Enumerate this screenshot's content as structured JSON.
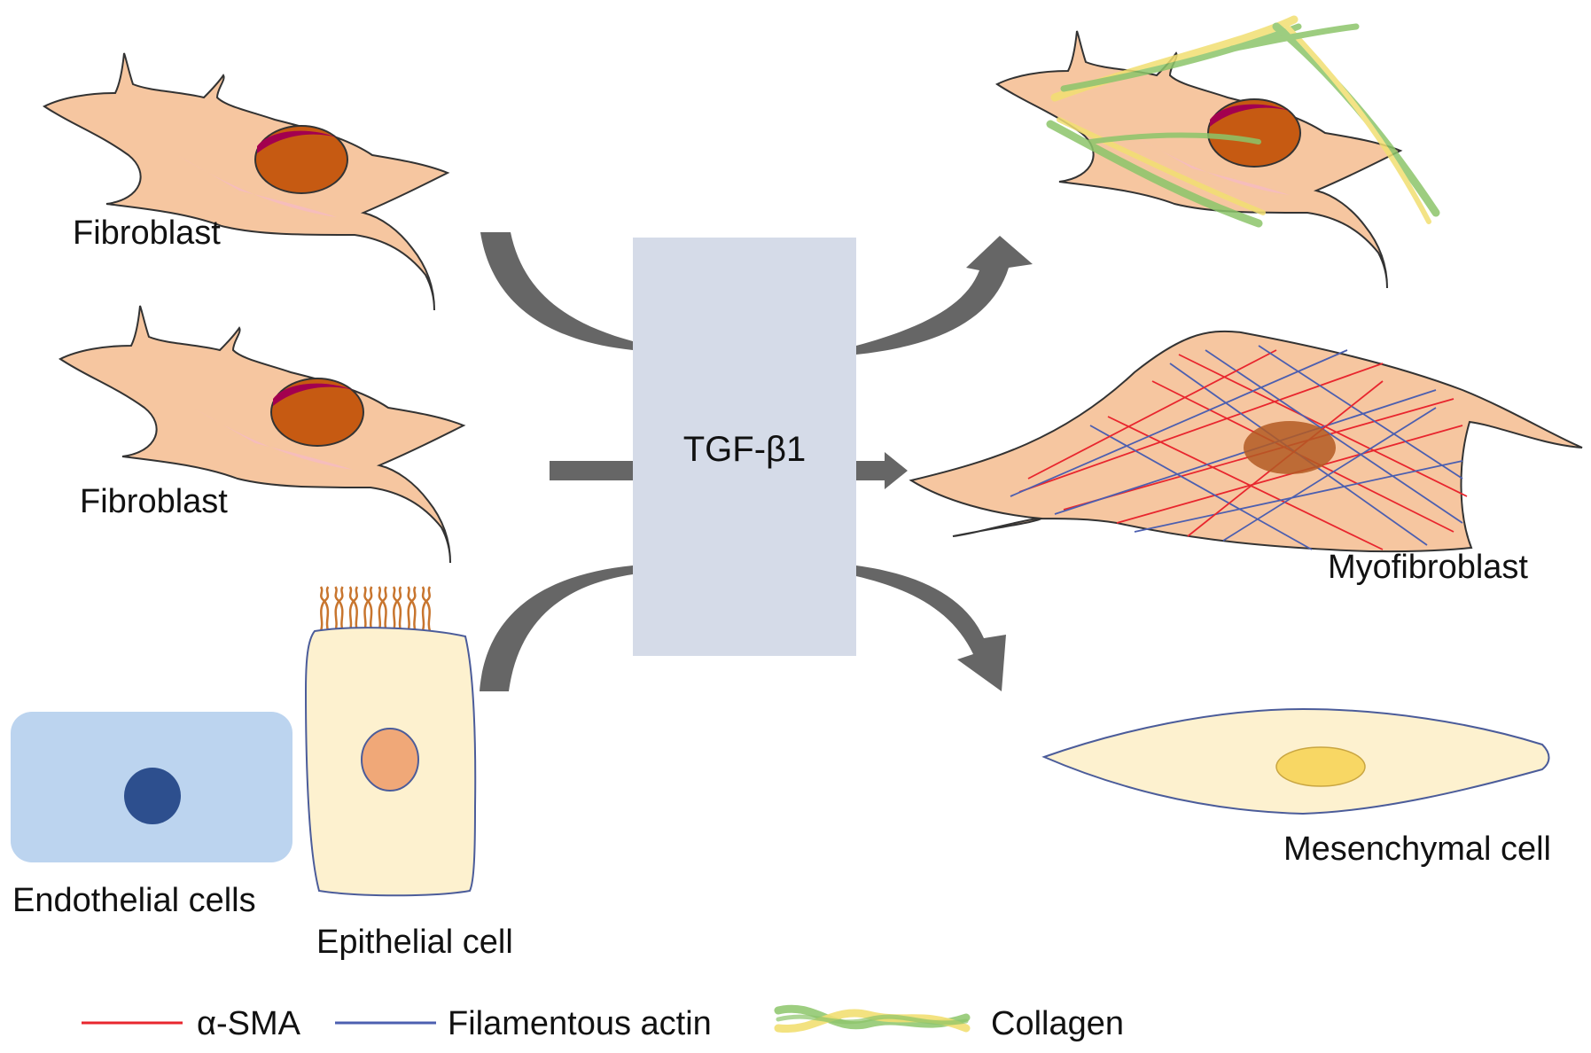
{
  "center": {
    "label": "TGF-β1"
  },
  "cells": {
    "fibroblast_top": {
      "label": "Fibroblast"
    },
    "fibroblast_mid": {
      "label": "Fibroblast"
    },
    "endothelial": {
      "label": "Endothelial cells"
    },
    "epithelial": {
      "label": "Epithelial cell"
    },
    "myofibroblast": {
      "label": "Myofibroblast"
    },
    "mesenchymal": {
      "label": "Mesenchymal cell"
    }
  },
  "legend": {
    "items": [
      {
        "key": "alpha_sma",
        "label": "α-SMA"
      },
      {
        "key": "f_actin",
        "label": "Filamentous actin"
      },
      {
        "key": "collagen",
        "label": "Collagen"
      }
    ]
  },
  "colors": {
    "box": "#d5dbe8",
    "arrow": "#666666",
    "fibroblast_body": "#f6c6a0",
    "fibroblast_nucleus": "#c65a12",
    "nucleolus_cap": "#a3004f",
    "alpha_sma": "#e8262e",
    "f_actin": "#4c5fb0",
    "collagen_green": "#8cc56a",
    "collagen_yellow": "#f2df72",
    "endothelial_body": "#bcd4ef",
    "endothelial_nucleus": "#2d4f8e",
    "epithelial_body": "#fdf1cf",
    "epithelial_nucleus": "#f0a878",
    "cilia": "#c8752e",
    "mesenchymal_body": "#fdf1cf",
    "mesenchymal_nucleus": "#f8d764"
  }
}
